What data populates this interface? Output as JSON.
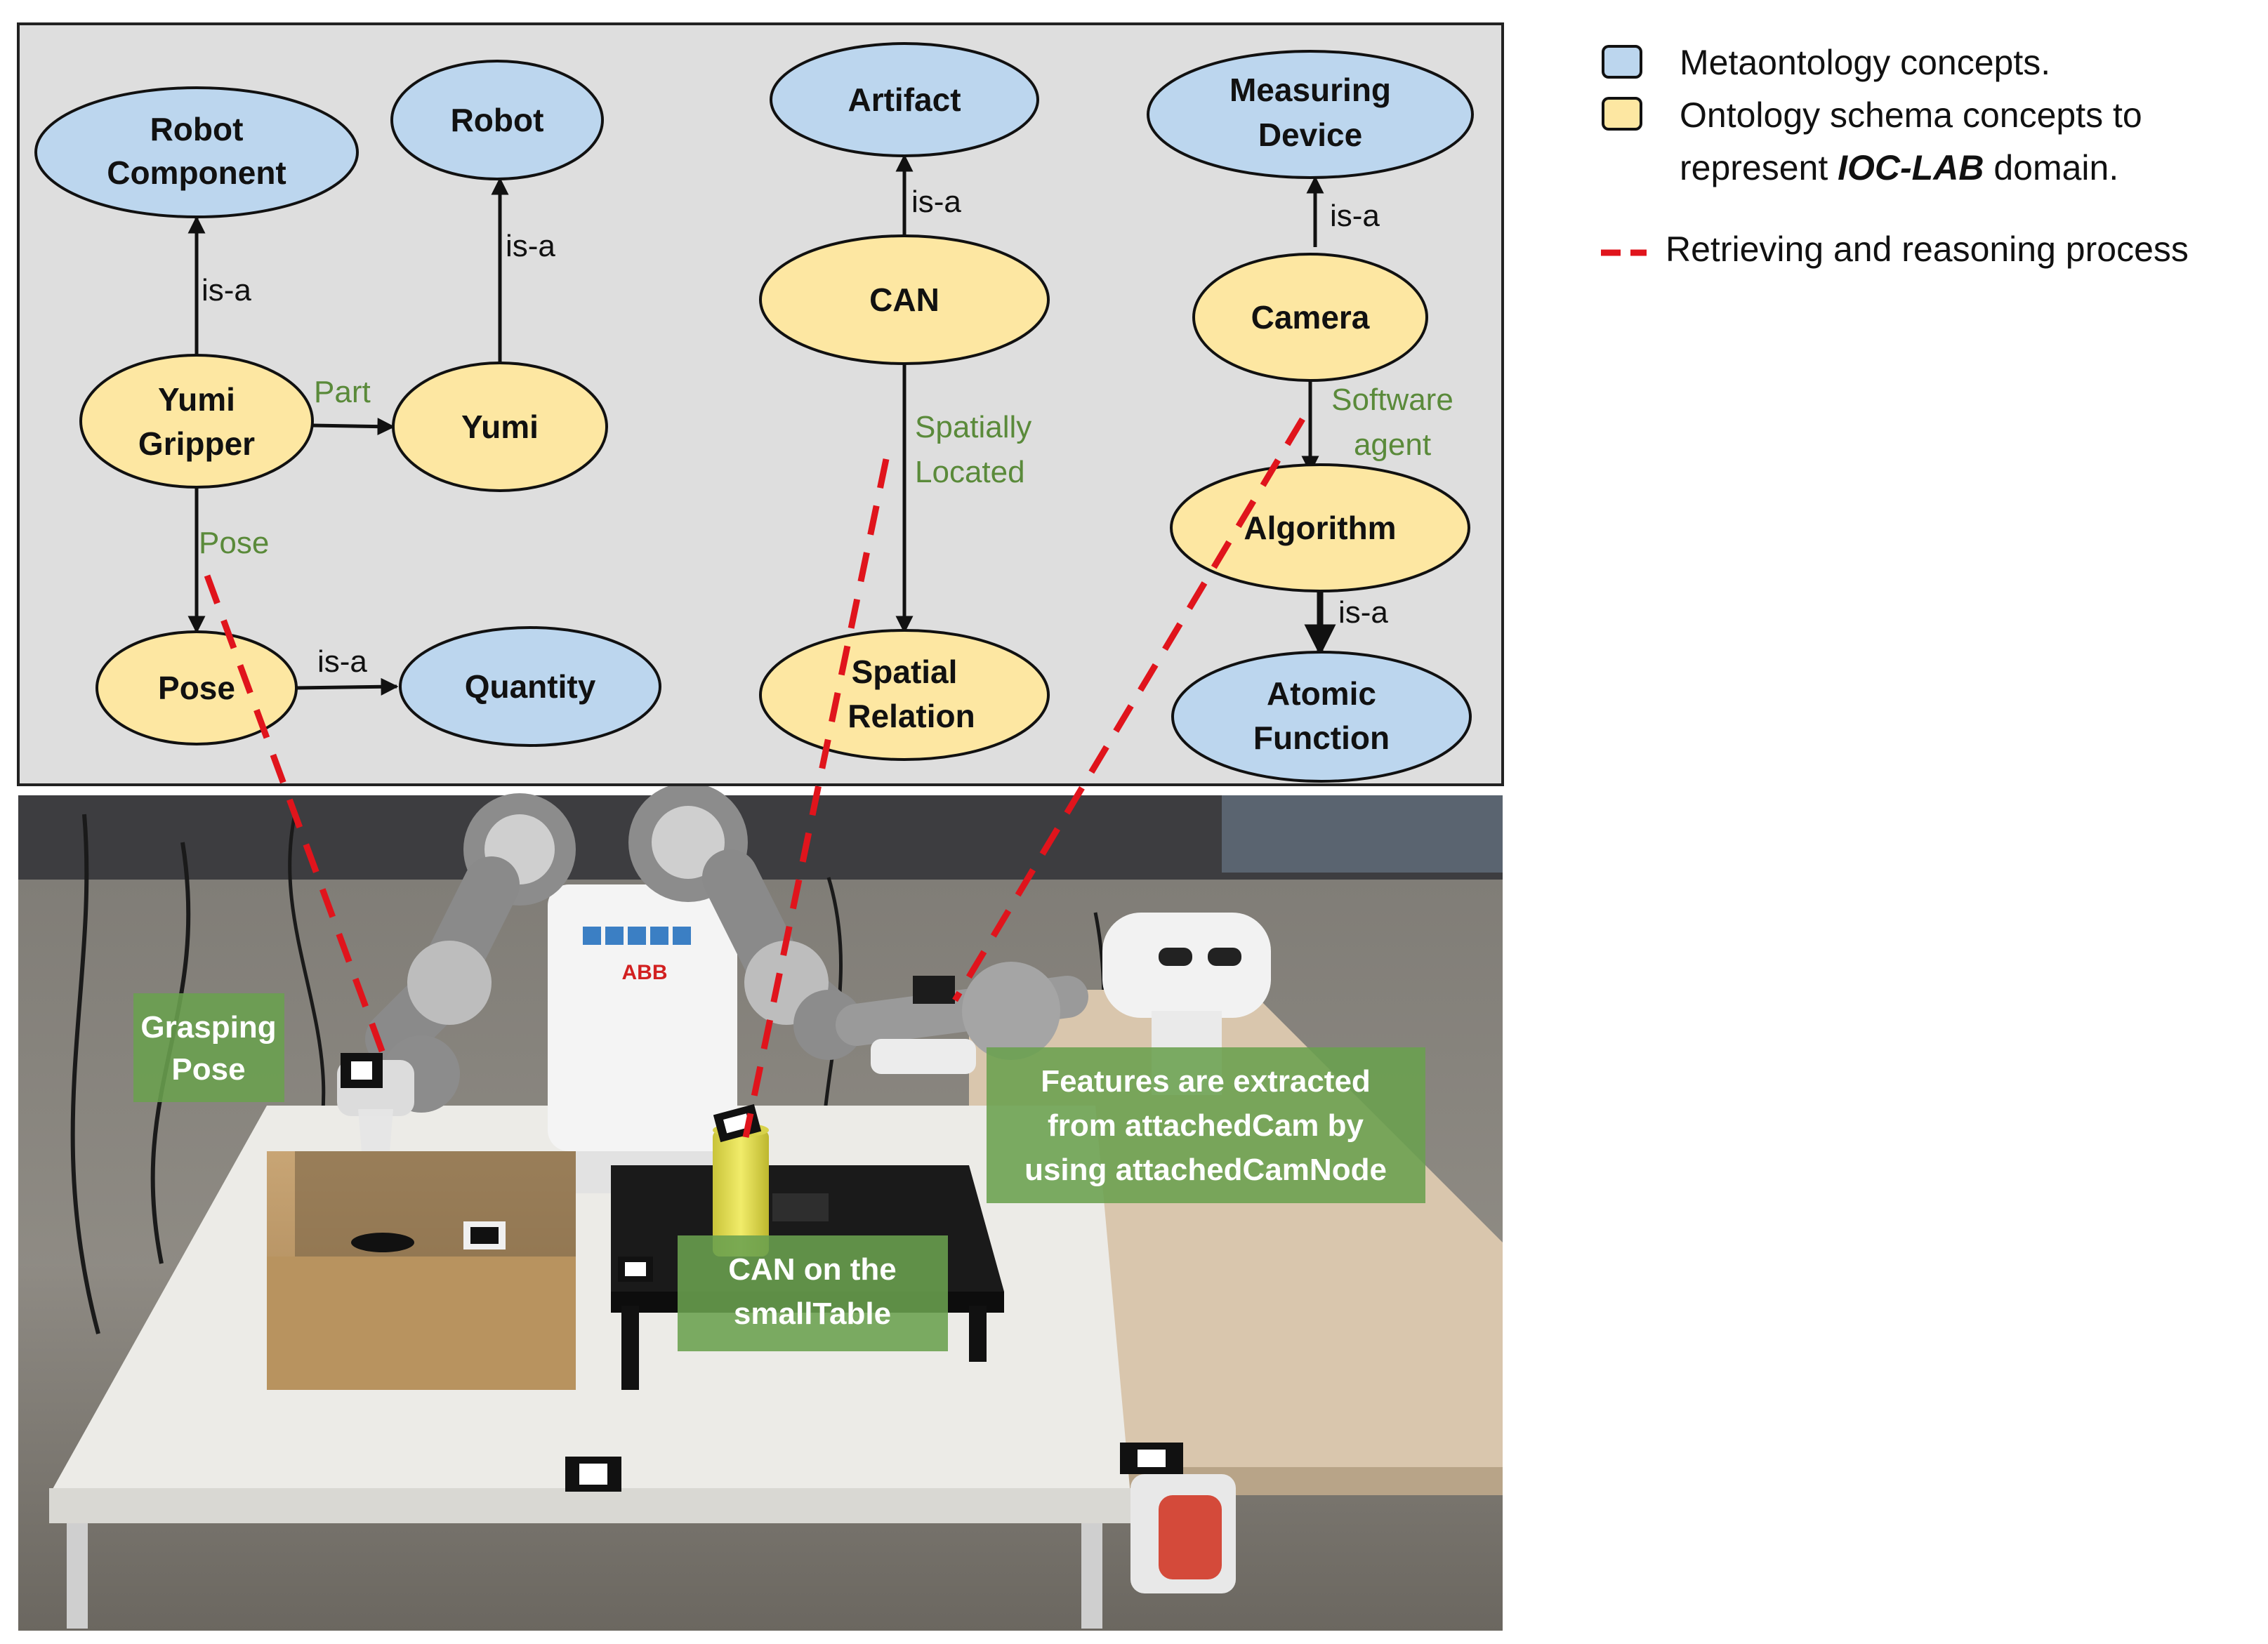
{
  "colors": {
    "meta": "#bcd6ee",
    "schema": "#fde7a2",
    "panel": "#dedede",
    "reasoning": "#e0141c",
    "relation_green": "#5a8a3a",
    "callout_green": "#6aa04e"
  },
  "diagram": {
    "nodes": {
      "robot_component": {
        "line1": "Robot",
        "line2": "Component"
      },
      "robot": {
        "label": "Robot"
      },
      "artifact": {
        "label": "Artifact"
      },
      "measuring_device": {
        "line1": "Measuring",
        "line2": "Device"
      },
      "yumi_gripper": {
        "line1": "Yumi",
        "line2": "Gripper"
      },
      "yumi": {
        "label": "Yumi"
      },
      "can": {
        "label": "CAN"
      },
      "camera": {
        "label": "Camera"
      },
      "algorithm": {
        "label": "Algorithm"
      },
      "pose": {
        "label": "Pose"
      },
      "quantity": {
        "label": "Quantity"
      },
      "spatial_relation": {
        "line1": "Spatial",
        "line2": "Relation"
      },
      "atomic_function": {
        "line1": "Atomic",
        "line2": "Function"
      }
    },
    "edges": {
      "isa_1": "is-a",
      "isa_2": "is-a",
      "isa_3": "is-a",
      "isa_4": "is-a",
      "isa_5": "is-a",
      "isa_6": "is-a",
      "part": "Part",
      "pose_rel": "Pose",
      "spatially_1": "Spatially",
      "spatially_2": "Located",
      "software_1": "Software",
      "software_2": "agent"
    }
  },
  "legend": {
    "meta_label": "Metaontology concepts.",
    "schema_line1": "Ontology schema concepts to",
    "schema_line2_pre": "represent ",
    "schema_line2_bold": "IOC-LAB",
    "schema_line2_post": " domain.",
    "reasoning_label": "Retrieving and reasoning process"
  },
  "photo": {
    "callouts": {
      "grasping_1": "Grasping",
      "grasping_2": "Pose",
      "features_1": "Features are extracted",
      "features_2": "from attachedCam by",
      "features_3": "using attachedCamNode",
      "can_1": "CAN on the",
      "can_2": "smallTable"
    },
    "robot_brand": "ABB"
  }
}
